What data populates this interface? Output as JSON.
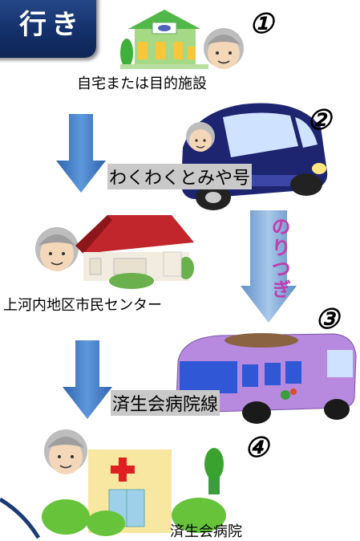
{
  "header": {
    "title": "行き"
  },
  "steps": [
    {
      "number": "①",
      "label": "自宅または目的施設"
    },
    {
      "number": "②",
      "label": "わくわくとみや号"
    },
    {
      "number": "③",
      "label": "上河内地区市民センター"
    },
    {
      "number": "④",
      "label": "済生会病院線"
    }
  ],
  "transfer_label": "のりつぎ",
  "destination_label": "済生会病院",
  "colors": {
    "badge": "#1c3a78",
    "arrow": "#3b78c4",
    "transfer_arrow": "#7fa9d6",
    "car": "#1d2470",
    "bus": "#b78ae0"
  }
}
